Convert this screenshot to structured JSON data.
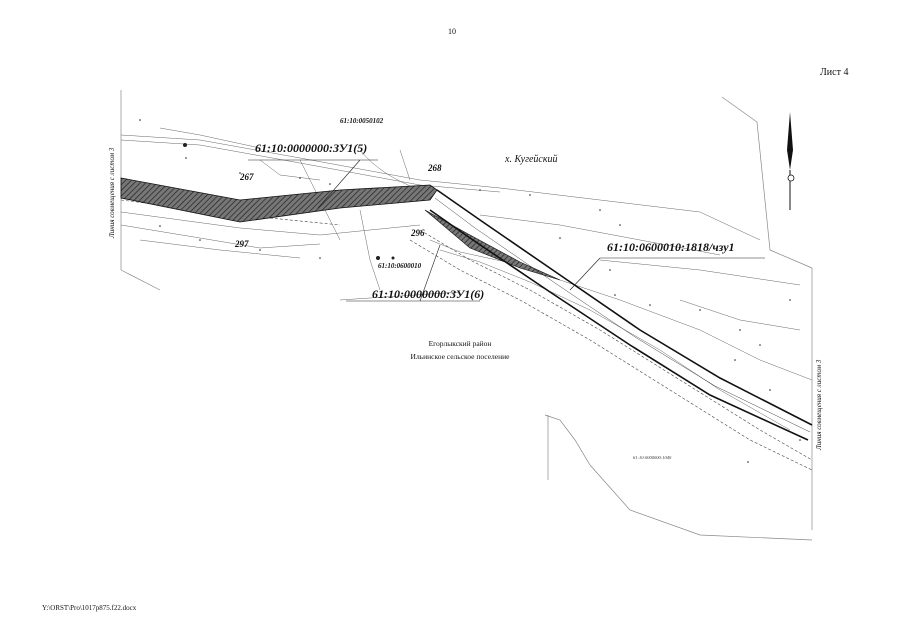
{
  "page": {
    "page_number": "10",
    "sheet_label": "Лист 4",
    "footer_path": "Y:\\ORST\\Pro\\1017p875.f22.docx"
  },
  "map": {
    "quarter_top": "61:10:0050102",
    "parcel_zu1_5": "61:10:0000000:ЗУ1(5)",
    "parcel_zu1_6": "61:10:0000000:ЗУ1(6)",
    "parcel_chzu1": "61:10:0600010:1818/чзу1",
    "quarter_mid": "61:10:0600010",
    "quarter_bottom": "61:10:0000000:1040",
    "settlement": "х. Кугейский",
    "district": "Егорлыкский район",
    "rural_settlement": "Ильинское сельское поселение",
    "match_line_left": "Линия совмещения с листом 3",
    "match_line_right": "Линия совмещения с листом 3",
    "point_267": "267",
    "point_268": "268",
    "point_296": "296",
    "point_297": "297"
  }
}
